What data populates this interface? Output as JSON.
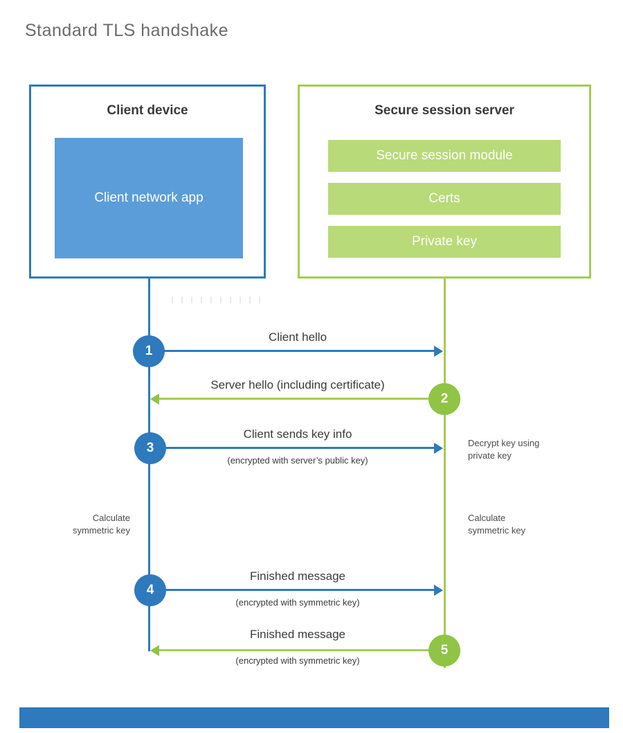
{
  "title": "Standard TLS handshake",
  "colors": {
    "blue": "#2e7abd",
    "blue_fill": "#5b9dd8",
    "green": "#a3cc52",
    "green_fill": "#b9da78",
    "green_circle": "#8fc445",
    "text_dark": "#3a3a3a",
    "text_gray": "#6b6b6b"
  },
  "client_box": {
    "title": "Client device",
    "app_label": "Client network app"
  },
  "server_box": {
    "title": "Secure session server",
    "modules": [
      "Secure session module",
      "Certs",
      "Private key"
    ]
  },
  "steps": [
    {
      "num": "1",
      "label": "Client hello",
      "direction": "right"
    },
    {
      "num": "2",
      "label": "Server hello (including certificate)",
      "direction": "left"
    },
    {
      "num": "3",
      "label": "Client sends key info",
      "sub": "(encrypted with server’s public key)",
      "direction": "right"
    },
    {
      "num": "4",
      "label": "Finished message",
      "sub": "(encrypted with symmetric key)",
      "direction": "right"
    },
    {
      "num": "5",
      "label": "Finished message",
      "sub": "(encrypted with symmetric key)",
      "direction": "left"
    }
  ],
  "annotations": {
    "decrypt": "Decrypt key using private key",
    "calc_left": "Calculate symmetric key",
    "calc_right": "Calculate symmetric key"
  }
}
